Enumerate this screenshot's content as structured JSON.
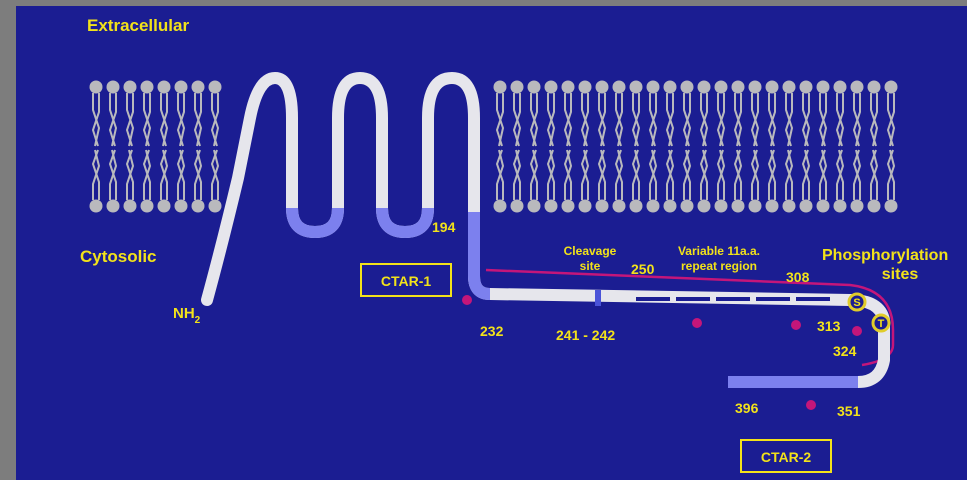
{
  "regions": {
    "extracellular": "Extracellular",
    "cytosolic": "Cytosolic"
  },
  "termini": {
    "nh": "NH",
    "nh_sub": "2"
  },
  "domains": {
    "ctar1": "CTAR-1",
    "ctar2": "CTAR-2"
  },
  "annotations": {
    "cleavage_line1": "Cleavage",
    "cleavage_line2": "site",
    "repeat_line1": "Variable 11a.a.",
    "repeat_line2": "repeat region",
    "phospho_line1": "Phosphorylation",
    "phospho_line2": "sites"
  },
  "residues": {
    "r194": "194",
    "r232": "232",
    "r241_242": "241 - 242",
    "r250": "250",
    "r308": "308",
    "r313": "313",
    "r324": "324",
    "r351": "351",
    "r396": "396"
  },
  "phospho_marks": {
    "serine": "S",
    "threonine": "T"
  },
  "colors": {
    "background": "#1b1d92",
    "frame": "#7d7d7d",
    "label": "#f2e21a",
    "lipid": "#b9b9bd",
    "protein": "#e6e6ec",
    "membrane_segment": "#7c80ee",
    "marker": "#c4167a"
  }
}
